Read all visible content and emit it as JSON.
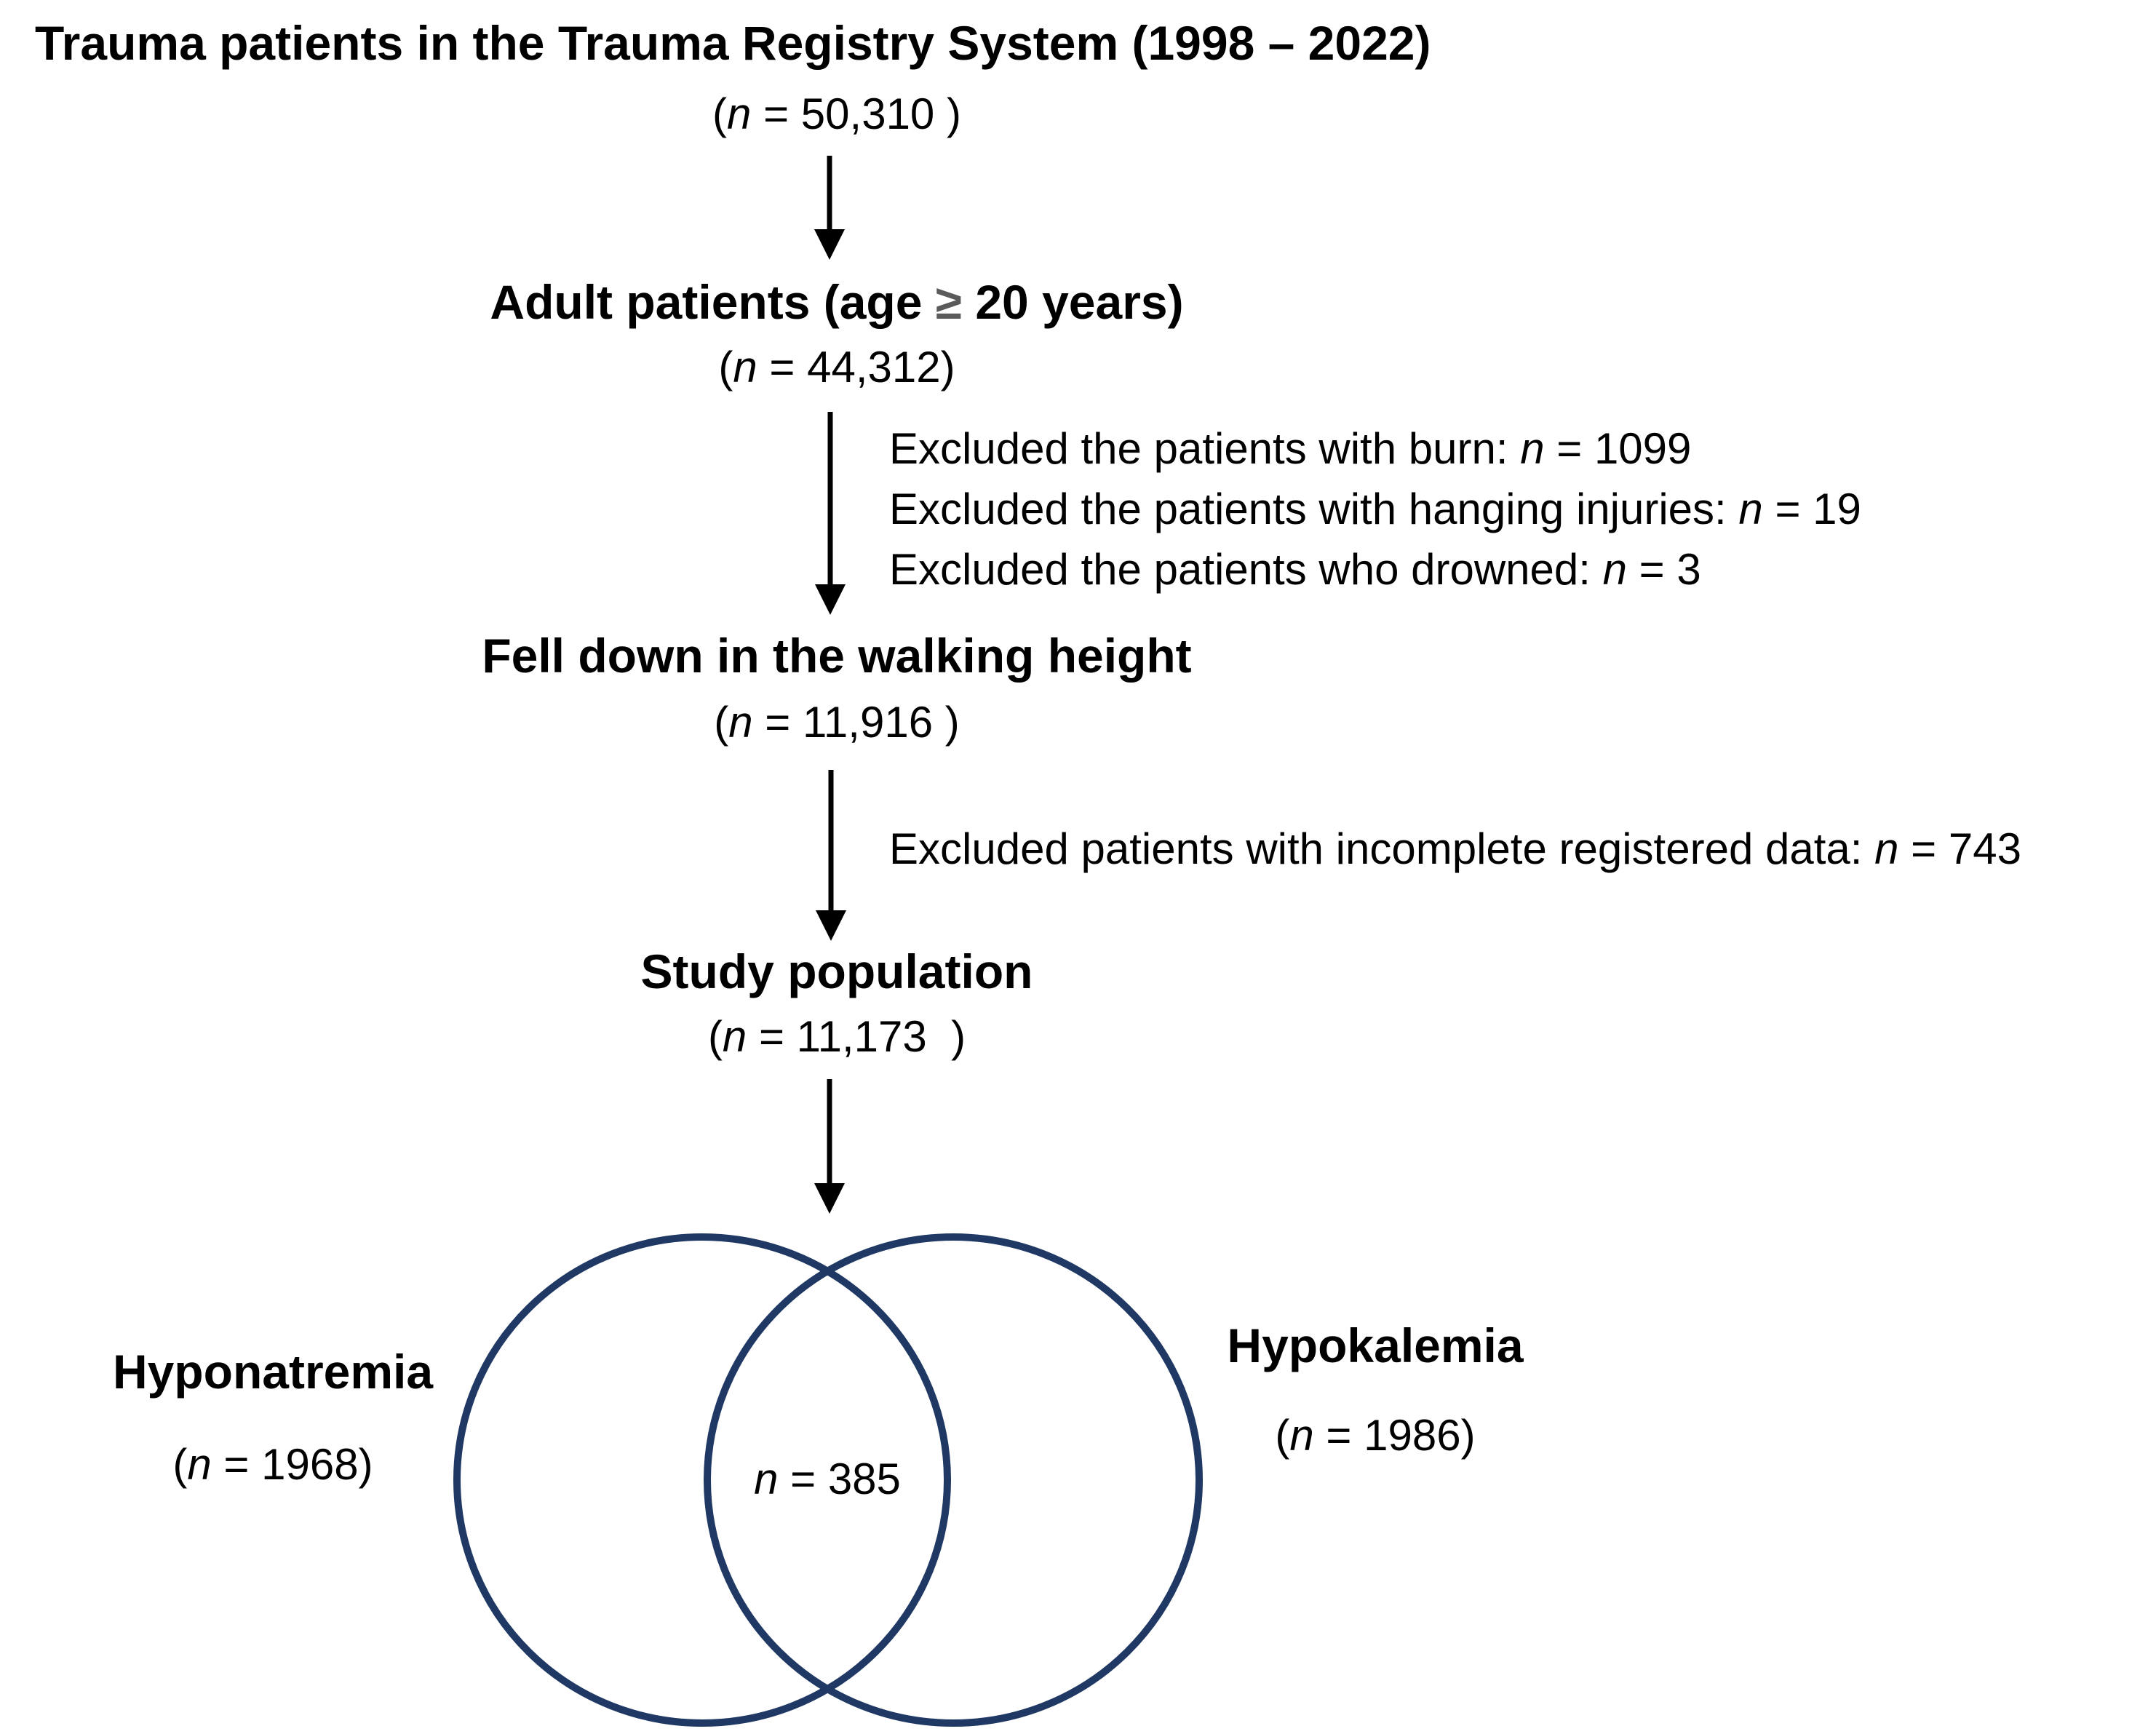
{
  "flow": {
    "title": "Trauma patients in the Trauma Registry System (1998 – 2022)",
    "title_n": {
      "pre": "(",
      "var": "n",
      "post": " = 50,310 )"
    },
    "adult": {
      "label_pre": "Adult patients (age ",
      "label_gte": "≥",
      "label_post": " 20 years)"
    },
    "adult_n": {
      "pre": "(",
      "var": "n",
      "post": " = 44,312)"
    },
    "exclusions_1": [
      {
        "pre": "Excluded the patients with burn: ",
        "var": "n",
        "post": " = 1099"
      },
      {
        "pre": "Excluded the patients with hanging injuries: ",
        "var": "n",
        "post": " = 19"
      },
      {
        "pre": "Excluded the patients who drowned: ",
        "var": "n",
        "post": " = 3"
      }
    ],
    "fell": {
      "label": "Fell down in the walking height"
    },
    "fell_n": {
      "pre": "(",
      "var": "n",
      "post": " = 11,916 )"
    },
    "exclusions_2": [
      {
        "pre": "Excluded patients with incomplete registered data: ",
        "var": "n",
        "post": " = 743"
      }
    ],
    "study": {
      "label": "Study population"
    },
    "study_n": {
      "pre": "(",
      "var": "n",
      "post": " = 11,173  )"
    }
  },
  "venn": {
    "left_label": "Hyponatremia",
    "left_n": {
      "pre": "(",
      "var": "n",
      "post": " = 1968)"
    },
    "right_label": "Hypokalemia",
    "right_n": {
      "pre": "(",
      "var": "n",
      "post": " = 1986)"
    },
    "overlap_n": {
      "pre": "",
      "var": "n",
      "post": " = 385"
    },
    "circle_color": "#1f3864",
    "arrow_color": "#000000"
  }
}
